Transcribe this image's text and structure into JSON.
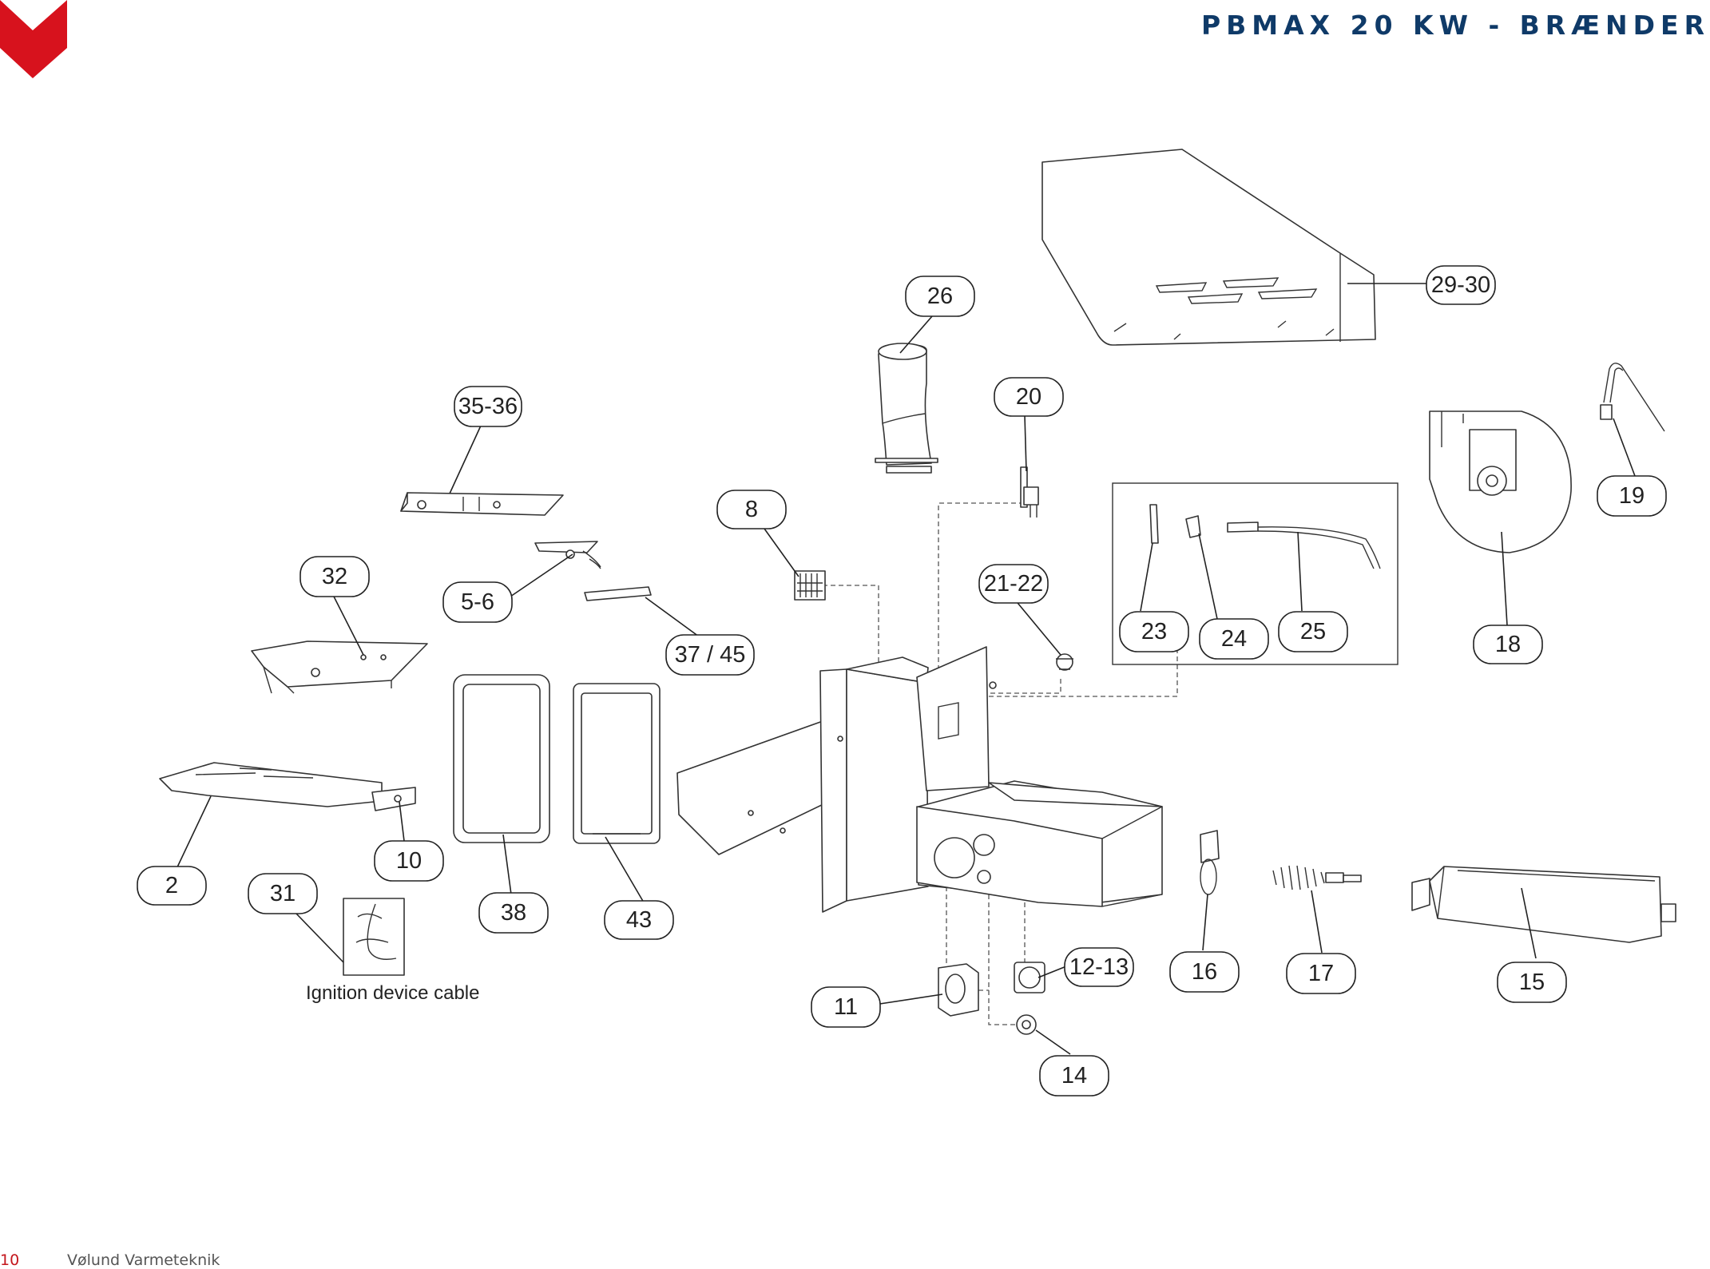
{
  "header": {
    "title": "PBMAX 20 KW - BRÆNDER",
    "title_color": "#0f3a68",
    "logo_color": "#d7121d"
  },
  "footer": {
    "page_number": "10",
    "brand": "Vølund Varmeteknik"
  },
  "diagram": {
    "callouts": [
      {
        "id": "c-26",
        "label": "26"
      },
      {
        "id": "c-29-30",
        "label": "29-30"
      },
      {
        "id": "c-20",
        "label": "20"
      },
      {
        "id": "c-35-36",
        "label": "35-36"
      },
      {
        "id": "c-19",
        "label": "19"
      },
      {
        "id": "c-8",
        "label": "8"
      },
      {
        "id": "c-32",
        "label": "32"
      },
      {
        "id": "c-5-6",
        "label": "5-6"
      },
      {
        "id": "c-21-22",
        "label": "21-22"
      },
      {
        "id": "c-23",
        "label": "23"
      },
      {
        "id": "c-24",
        "label": "24"
      },
      {
        "id": "c-25",
        "label": "25"
      },
      {
        "id": "c-18",
        "label": "18"
      },
      {
        "id": "c-37-45",
        "label": "37 / 45"
      },
      {
        "id": "c-10",
        "label": "10"
      },
      {
        "id": "c-2",
        "label": "2"
      },
      {
        "id": "c-31",
        "label": "31"
      },
      {
        "id": "c-38",
        "label": "38"
      },
      {
        "id": "c-43",
        "label": "43"
      },
      {
        "id": "c-12-13",
        "label": "12-13"
      },
      {
        "id": "c-16",
        "label": "16"
      },
      {
        "id": "c-17",
        "label": "17"
      },
      {
        "id": "c-15",
        "label": "15"
      },
      {
        "id": "c-11",
        "label": "11"
      },
      {
        "id": "c-14",
        "label": "14"
      }
    ],
    "ignition_caption": "Ignition device cable"
  }
}
